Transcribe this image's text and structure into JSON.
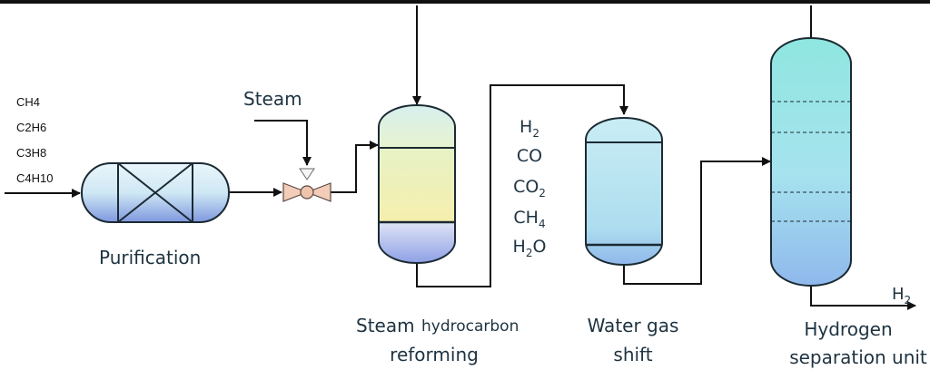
{
  "feeds": [
    "CH4",
    "C2H6",
    "C3H8",
    "C4H10"
  ],
  "labels": {
    "steam_input": "Steam",
    "purification": "Purification",
    "steam_part": "Steam",
    "hydrocarbon_part": "hydrocarbon",
    "reforming": "reforming",
    "water_gas_line1": "Water gas",
    "water_gas_line2": "shift",
    "hydrogen_sep_line1": "Hydrogen",
    "hydrogen_sep_line2": "separation unit",
    "product_base": "H",
    "product_sub": "2"
  },
  "gas_species": [
    {
      "base": "H",
      "sub": "2",
      "tail": ""
    },
    {
      "base": "CO",
      "sub": "",
      "tail": ""
    },
    {
      "base": "CO",
      "sub": "2",
      "tail": ""
    },
    {
      "base": "CH",
      "sub": "4",
      "tail": ""
    },
    {
      "base": "H",
      "sub": "2",
      "tail": "O"
    }
  ],
  "colors": {
    "line": "#111111",
    "vessel_outline": "#1b2a33",
    "text": "#1e3341"
  }
}
